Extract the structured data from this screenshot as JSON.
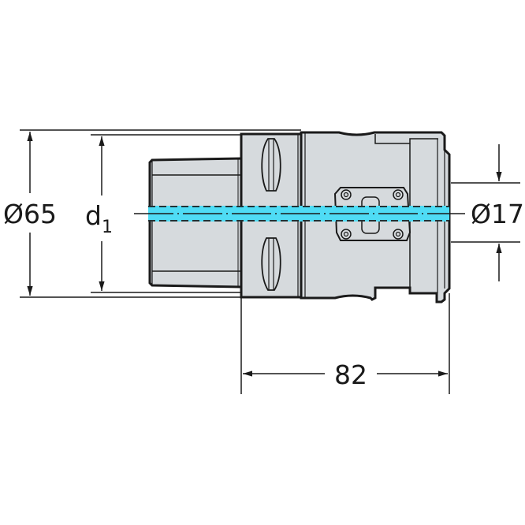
{
  "drawing": {
    "type": "technical-drawing",
    "subject": "tool holder adapter side view",
    "colors": {
      "body_fill": "#d6dadd",
      "outline": "#1a1a1a",
      "coolant_channel": "#4fdcf5",
      "background": "#ffffff"
    }
  },
  "dimensions": {
    "outer_diameter": {
      "label": "Ø65"
    },
    "shank_diameter": {
      "label": "d",
      "subscript": "1"
    },
    "bore_diameter": {
      "label": "Ø17"
    },
    "length": {
      "label": "82"
    }
  }
}
